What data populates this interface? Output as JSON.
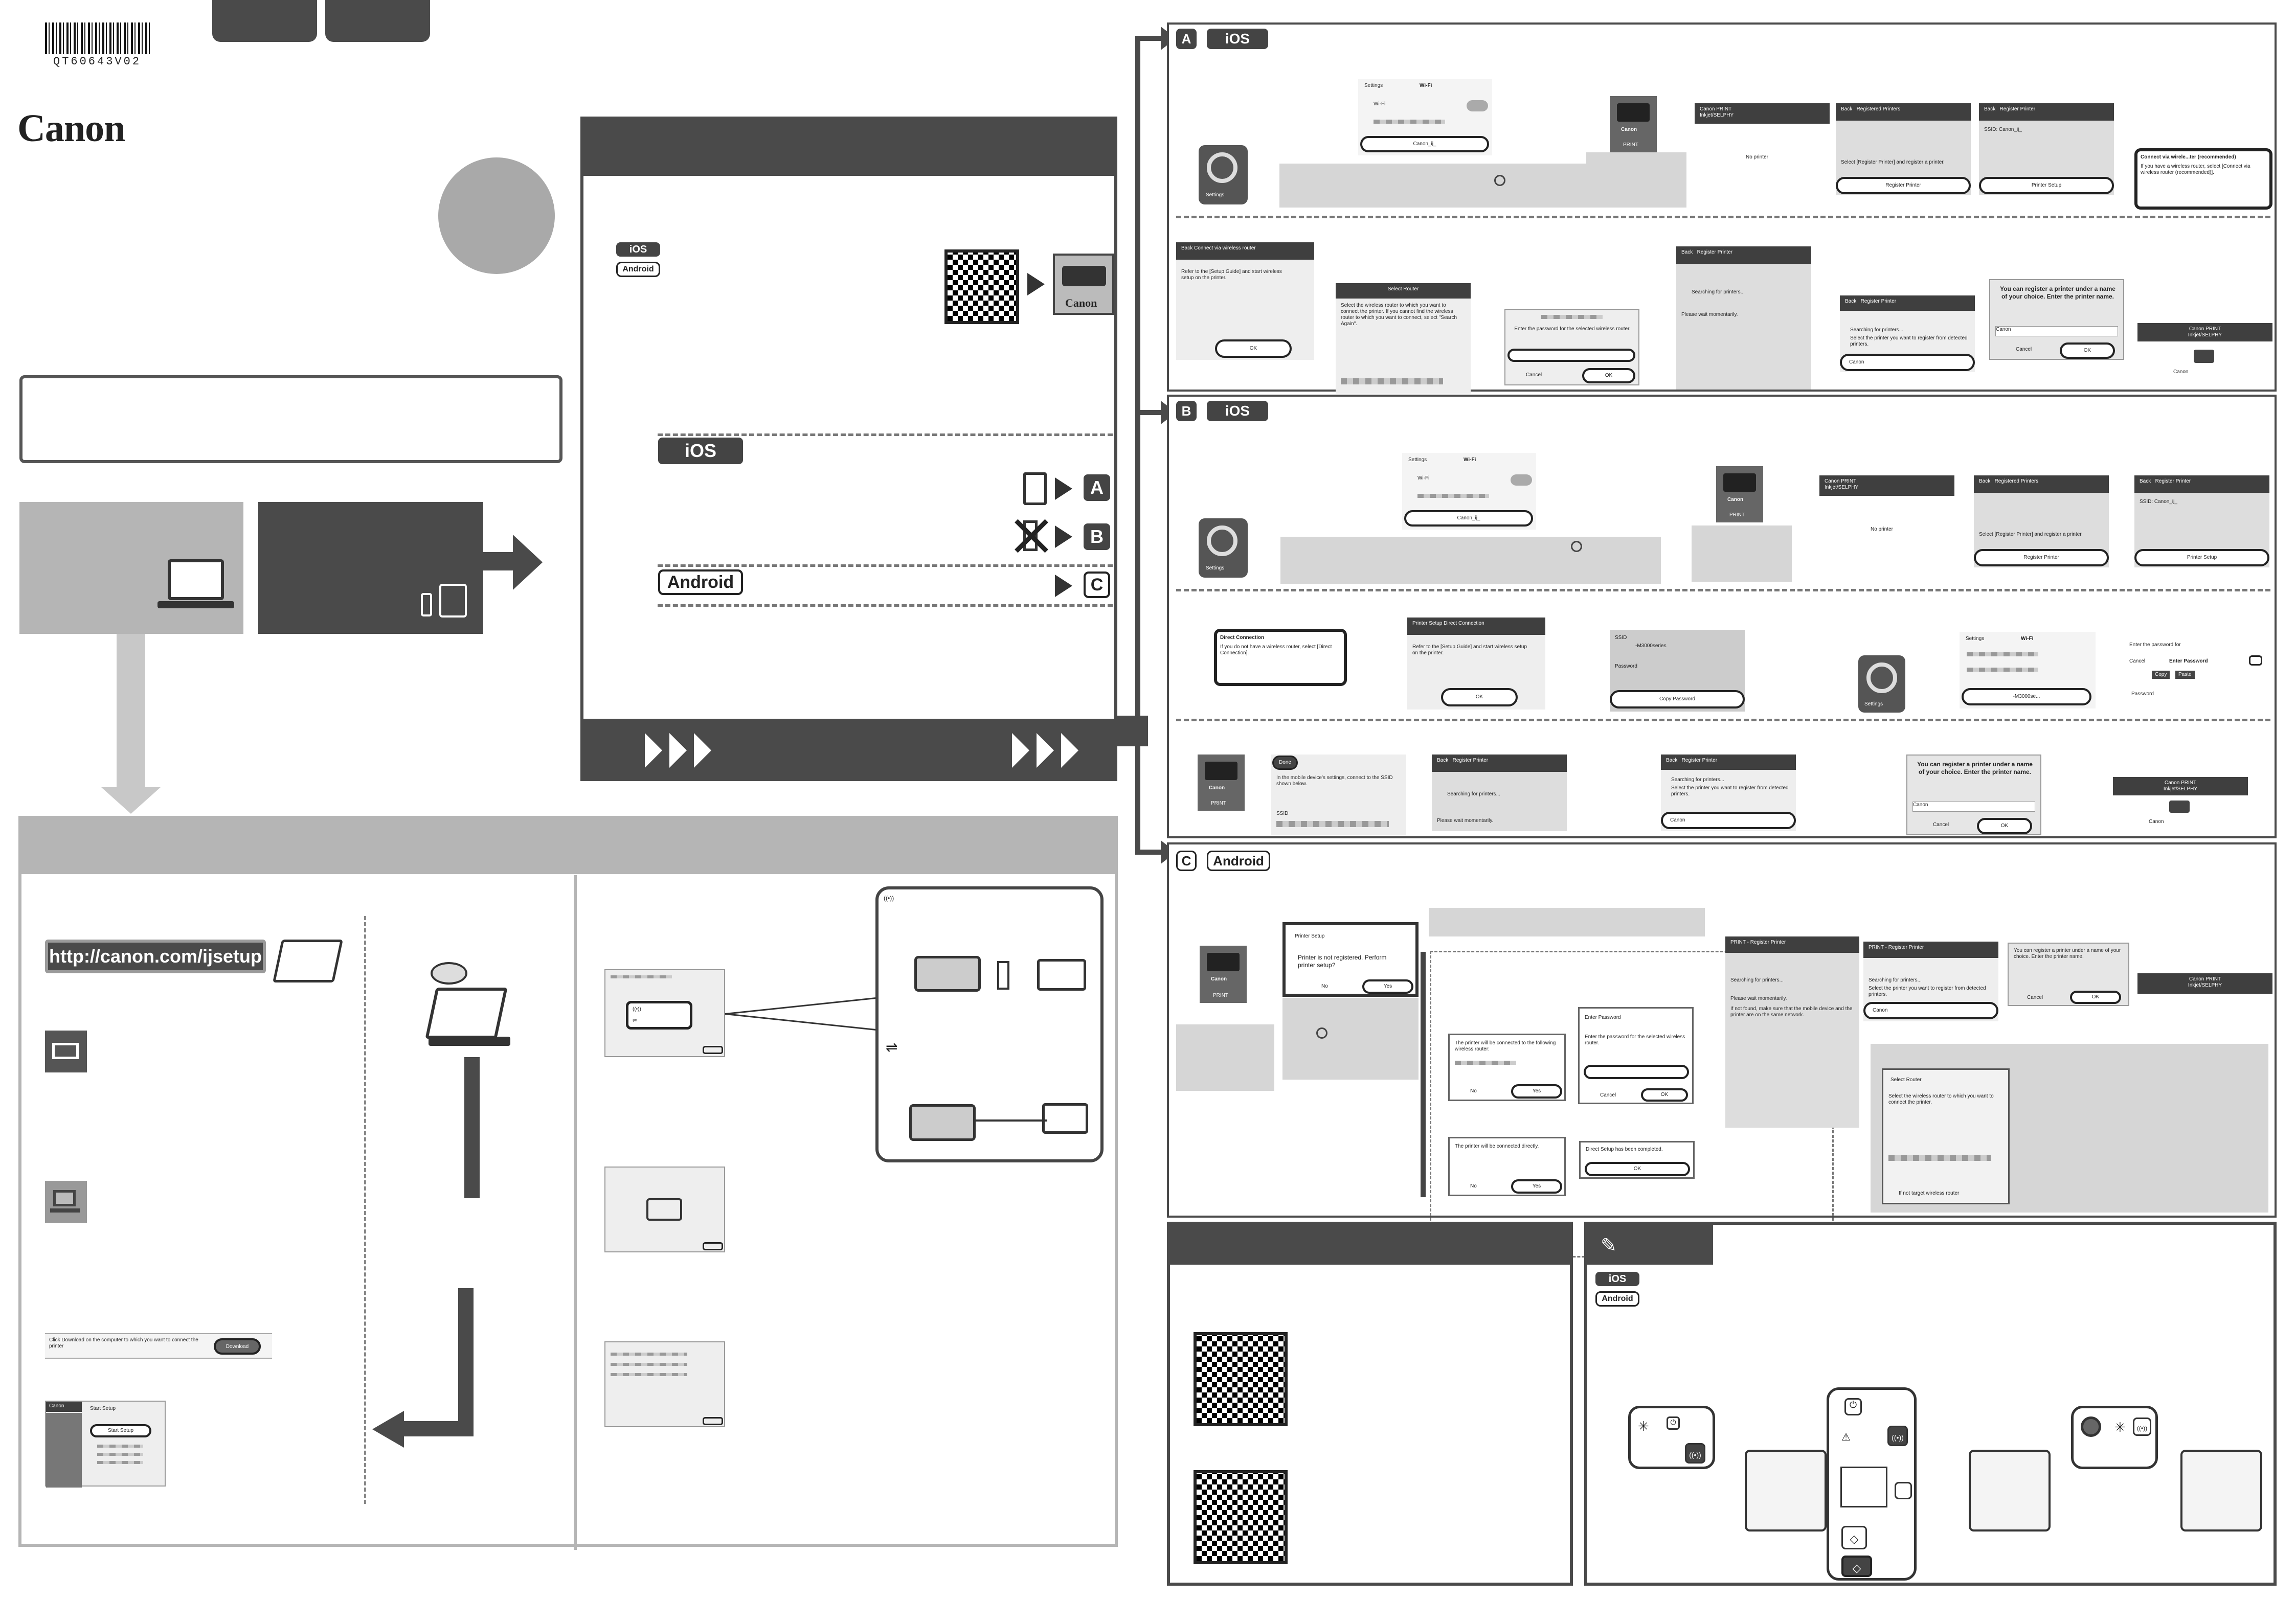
{
  "header": {
    "barcode_code": "QT60643V02",
    "brand": "Canon"
  },
  "web": {
    "url": "http://canon.com/ijsetup",
    "download_note": "Click Download on the computer to which you want to connect the printer",
    "download_button": "Download",
    "start_setup_label": "Start Setup",
    "start_setup_button": "Start Setup"
  },
  "app": {
    "ios": "iOS",
    "android": "Android",
    "print_label": "PRINT",
    "app_name": "Canon PRINT",
    "app_subtitle": "Inkjet/SELPHY",
    "no_printer": "No printer"
  },
  "routes": {
    "a": "A",
    "b": "B",
    "c": "C"
  },
  "ios_wifi": {
    "settings": "Settings",
    "wifi": "Wi-Fi",
    "network": "Canon_ij_"
  },
  "section_a": {
    "registered_printers": "Registered Printers",
    "back": "Back",
    "register_printer_hint": "Select [Register Printer] and register a printer.",
    "register_printer_btn": "Register Printer",
    "register_printer_title": "Register Printer",
    "printer_setup_btn": "Printer Setup",
    "ssid_label": "SSID: Canon_ij_",
    "connect_via_router_title": "Connect via wirele...ter (recommended)",
    "connect_via_router_desc": "If you have a wireless router, select [Connect via wireless router (recommended)].",
    "connect_back_title": "Connect via wireless router",
    "refer_setup": "Refer to the [Setup Guide] and start wireless setup on the printer.",
    "ok": "OK",
    "select_router_title": "Select Router",
    "select_router_desc": "Select the wireless router to which you want to connect the printer. If you cannot find the wireless router to which you want to connect, select \"Search Again\".",
    "password_prompt": "Enter the password for the selected wireless router.",
    "cancel": "Cancel",
    "searching": "Searching for printers...",
    "please_wait": "Please wait momentarily.",
    "select_printer": "Select the printer you want to register from detected printers.",
    "printer_item": "Canon",
    "name_prompt": "You can register a printer under a name of your choice. Enter the printer name.",
    "name_value": "Canon"
  },
  "section_b": {
    "direct_connection_title": "Direct Connection",
    "direct_connection_desc": "If you do not have a wireless router, select [Direct Connection].",
    "direct_setup_title": "Printer Setup Direct Connection",
    "ssid": "SSID",
    "ssid_value": "-M3000series",
    "password": "Password",
    "copy_password": "Copy Password",
    "wifi_network": "-M3000se...",
    "enter_pw_for": "Enter the password for",
    "enter_password": "Enter Password",
    "copy": "Copy",
    "paste": "Paste",
    "done": "Done",
    "done_desc": "In the mobile device's settings, connect to the SSID shown below."
  },
  "section_c": {
    "printer_setup_title": "Printer Setup",
    "not_registered": "Printer is not registered. Perform printer setup?",
    "no": "No",
    "yes": "Yes",
    "router_connected": "The printer will be connected to the following wireless router:",
    "enter_password_title": "Enter Password",
    "enter_password_desc": "Enter the password for the selected wireless router.",
    "direct_connected": "The printer will be connected directly.",
    "direct_complete": "Direct Setup has been completed.",
    "print_register_title": "PRINT - Register Printer",
    "searching": "Searching for printers...",
    "please_wait": "Please wait momentarily.",
    "not_found_note": "If not found, make sure that the mobile device and the printer are on the same network.",
    "select_router_title": "Select Router",
    "select_router_desc": "Select the wireless router to which you want to connect the printer.",
    "forget_router": "If not target wireless router"
  }
}
